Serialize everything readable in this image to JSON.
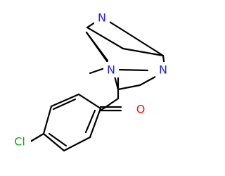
{
  "atoms": {
    "n_top": "N",
    "n_right": "N",
    "n_left": "N",
    "oxygen": "O",
    "chlorine": "Cl"
  },
  "colors": {
    "nitrogen": "#2222ee",
    "oxygen": "#ee1111",
    "chlorine": "#11aa11",
    "bond": "#000000",
    "background": "#ffffff"
  }
}
